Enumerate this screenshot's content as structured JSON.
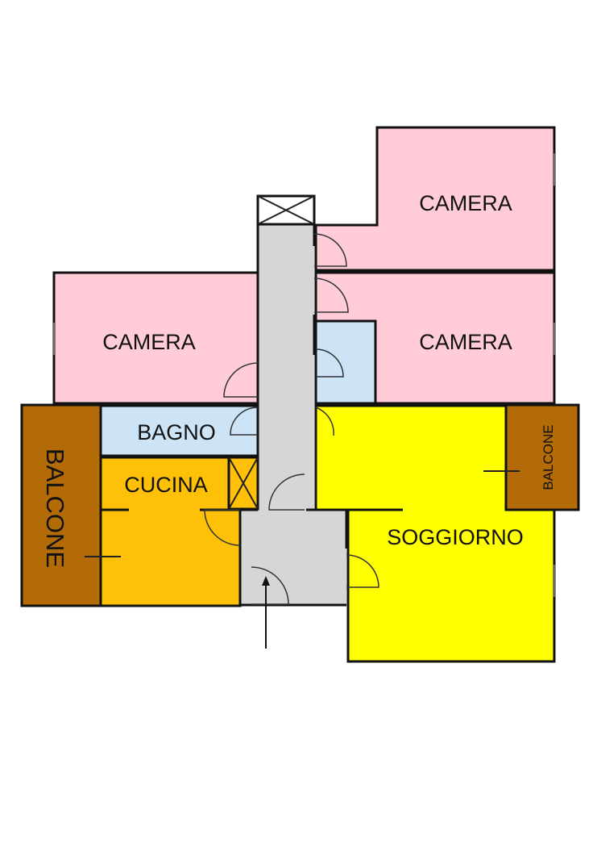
{
  "rooms": {
    "camera_top_right": "CAMERA",
    "camera_left": "CAMERA",
    "camera_mid_right": "CAMERA",
    "bagno": "BAGNO",
    "cucina": "CUCINA",
    "balcone_left": "BALCONE",
    "balcone_right": "BALCONE",
    "soggiorno": "SOGGIORNO"
  },
  "colors": {
    "camera": "#FFCCD8",
    "bagno": "#CCE4F6",
    "cucina": "#FFC107",
    "soggiorno": "#FFFF00",
    "balcone": "#B36B08",
    "corridor": "#D6D6D6",
    "wall": "#111111"
  }
}
